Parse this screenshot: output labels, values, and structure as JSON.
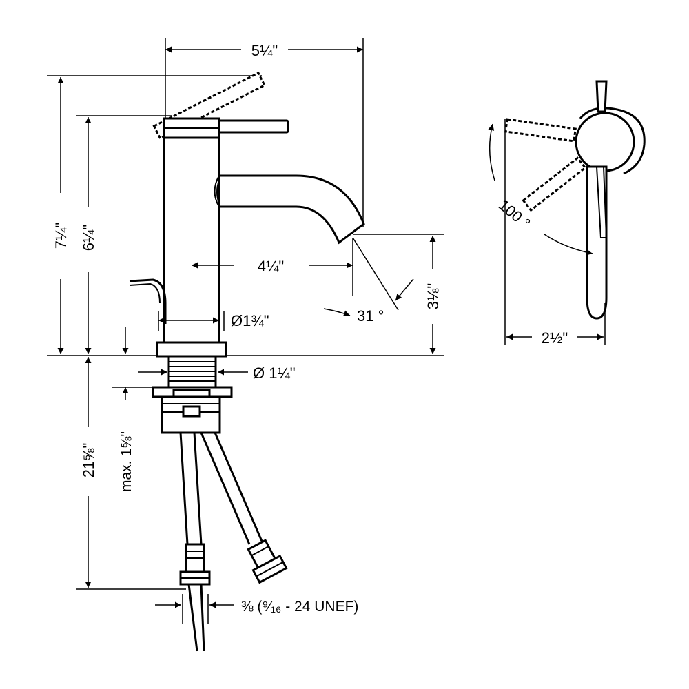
{
  "dimensions": {
    "overall_width": "5¼\"",
    "overall_height": "7¼\"",
    "spout_height": "6¼\"",
    "spout_reach": "4¼\"",
    "body_diameter": "Ø1¾\"",
    "shank_diameter": "Ø 1¼\"",
    "spout_clearance": "3⅛\"",
    "spout_angle": "31 °",
    "shank_length": "21⅝\"",
    "max_deck_thickness": "max. 1⅝\"",
    "connection": "⅜ (⁹⁄₁₆ - 24 UNEF)",
    "handle_rotation": "100 °",
    "handle_width": "2½\""
  }
}
